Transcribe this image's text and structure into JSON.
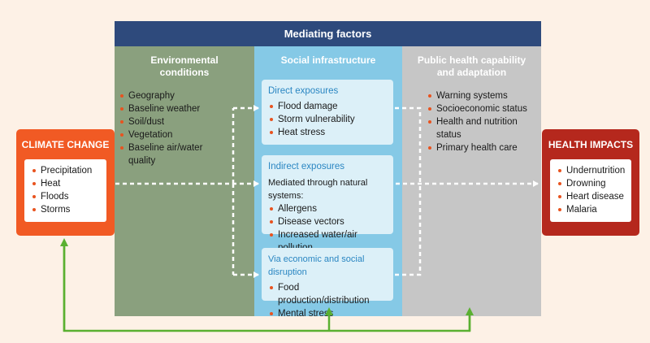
{
  "header": {
    "title": "Mediating factors"
  },
  "environmental": {
    "title_line1": "Environmental",
    "title_line2": "conditions",
    "items": [
      "Geography",
      "Baseline weather",
      "Soil/dust",
      "Vegetation",
      "Baseline air/water",
      "quality"
    ]
  },
  "social": {
    "title": "Social infrastructure",
    "direct": {
      "title": "Direct exposures",
      "items": [
        "Flood damage",
        "Storm vulnerability",
        "Heat stress"
      ]
    },
    "indirect": {
      "title": "Indirect exposures",
      "note": "Mediated through natural systems:",
      "items": [
        "Allergens",
        "Disease vectors",
        "Increased water/air pollution"
      ]
    },
    "economic": {
      "title": "Via economic and social disruption",
      "items": [
        "Food production/distribution",
        "Mental stress"
      ]
    }
  },
  "public_health": {
    "title_line1": "Public health capability",
    "title_line2": "and adaptation",
    "items": [
      "Warning systems",
      "Socioeconomic status",
      "Health and nutrition status",
      "Primary health care"
    ]
  },
  "climate_change": {
    "title": "CLIMATE CHANGE",
    "items": [
      "Precipitation",
      "Heat",
      "Floods",
      "Storms"
    ]
  },
  "health_impacts": {
    "title": "HEALTH IMPACTS",
    "items": [
      "Undernutrition",
      "Drowning",
      "Heart disease",
      "Malaria"
    ]
  },
  "colors": {
    "header": "#2e4a7c",
    "environmental": "#8aa07e",
    "social": "#85c9e6",
    "public_health": "#c6c6c6",
    "climate_change": "#f15a24",
    "health_impacts": "#b5281d",
    "feedback_arrow": "#5ab031",
    "bullet": "#e8531f",
    "box_title": "#2a86c2"
  }
}
